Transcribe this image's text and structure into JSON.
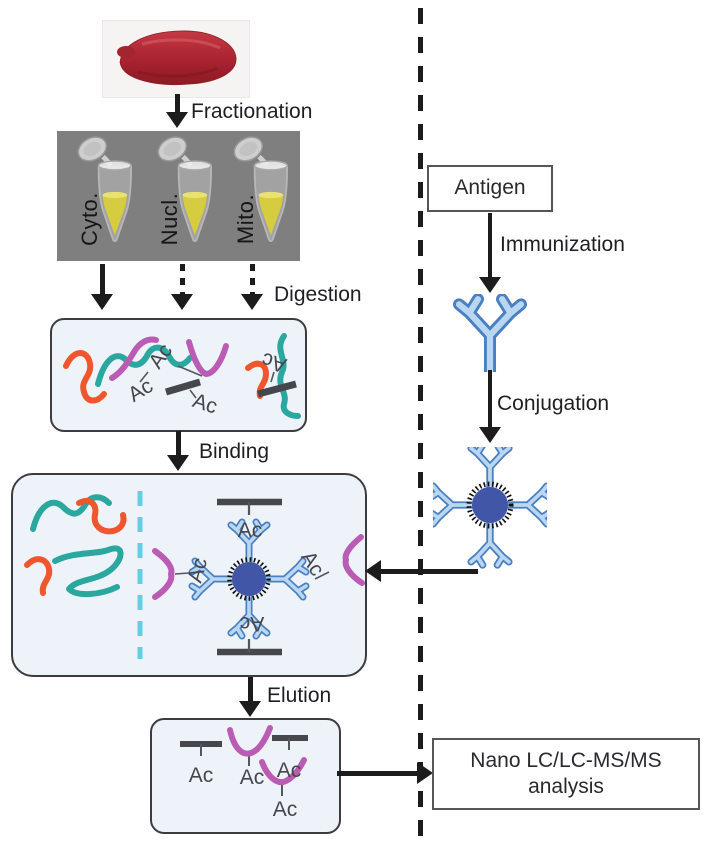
{
  "figure": {
    "steps": {
      "fractionation": "Fractionation",
      "digestion": "Digestion",
      "binding": "Binding",
      "elution": "Elution",
      "immunization": "Immunization",
      "conjugation": "Conjugation"
    },
    "fractions": [
      "Cyto.",
      "Nucl.",
      "Mito."
    ],
    "antigen_box": "Antigen",
    "analysis_box": {
      "line1": "Nano LC/LC-MS/MS",
      "line2": "analysis"
    },
    "ac_tag": "Ac"
  },
  "icons": {
    "tissue": "tissue-photo",
    "tube": "microcentrifuge-tube-icon",
    "peptide": "peptide-squiggle-icon",
    "acetyl": "acetyl-ac-tag",
    "antibody": "antibody-y-icon",
    "bead_conjugate": "bead-antibody-conjugate-icon",
    "divider": "dashed-divider-line",
    "arrow_down": "down-arrow-icon",
    "arrow_left": "left-arrow-icon",
    "arrow_right": "right-arrow-icon"
  },
  "colors": {
    "peptide_teal": "#2aa79f",
    "peptide_orange": "#f0562e",
    "peptide_magenta": "#bb5cb4",
    "antibody_fill": "#bad7f2",
    "antibody_outline": "#4a7fc1",
    "bead_blue": "#4156a6",
    "membrane_dash_cyan": "#63cee4",
    "panel_bg": "#edf3f8",
    "bar_dark": "#46464d",
    "tube_liquid_yellow": "#d5cd3f",
    "photo_bg_gray": "#7f7f7f"
  }
}
